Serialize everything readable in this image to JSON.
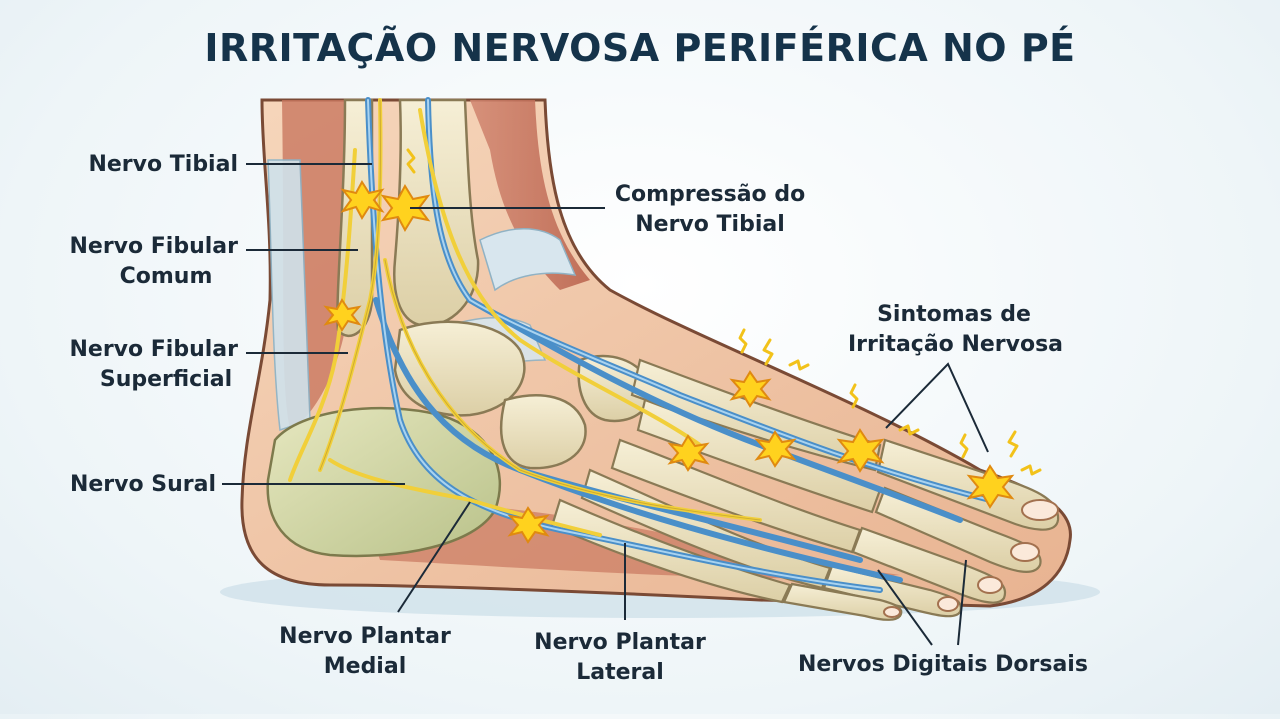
{
  "title": "IRRITAÇÃO NERVOSA PERIFÉRICA NO PÉ",
  "labels": {
    "tibial": "Nervo Tibial",
    "fibular_comum_1": "Nervo Fibular",
    "fibular_comum_2": "Comum",
    "fibular_sup_1": "Nervo Fibular",
    "fibular_sup_2": "Superficial",
    "sural": "Nervo Sural",
    "plantar_medial_1": "Nervo Plantar",
    "plantar_medial_2": "Medial",
    "plantar_lateral_1": "Nervo Plantar",
    "plantar_lateral_2": "Lateral",
    "digitais": "Nervos Digitais Dorsais",
    "compressao_1": "Compressão do",
    "compressao_2": "Nervo Tibial",
    "sintomas_1": "Sintomas de",
    "sintomas_2": "Irritação Nervosa"
  },
  "colors": {
    "title": "#15334a",
    "nerve_blue": "#4a8fc9",
    "nerve_yellow": "#f1cf3a",
    "bone": "#efe6c8",
    "muscle": "#c97a62",
    "skin": "#f2c9a8",
    "spark": "#ffd21e"
  }
}
